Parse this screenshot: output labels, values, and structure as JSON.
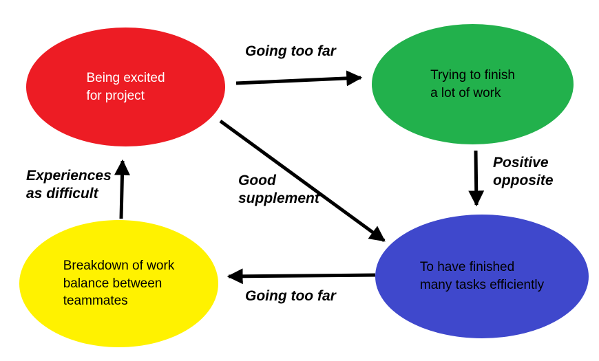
{
  "diagram": {
    "nodes": [
      {
        "id": "excited",
        "label": "Being excited\nfor project",
        "color": "#ed1c24",
        "text_color": "#ffffff"
      },
      {
        "id": "trying",
        "label": "Trying to finish\na lot of work",
        "color": "#22b14c",
        "text_color": "#000000"
      },
      {
        "id": "finished",
        "label": "To have finished\nmany tasks efficiently",
        "color": "#3f48cc",
        "text_color": "#000000"
      },
      {
        "id": "breakdown",
        "label": "Breakdown of work\nbalance between\nteammates",
        "color": "#fff200",
        "text_color": "#000000"
      }
    ],
    "edges": [
      {
        "from": "excited",
        "to": "trying",
        "label": "Going too far"
      },
      {
        "from": "trying",
        "to": "finished",
        "label": "Positive\nopposite"
      },
      {
        "from": "excited",
        "to": "finished",
        "label": "Good\nsupplement"
      },
      {
        "from": "finished",
        "to": "breakdown",
        "label": "Going too far"
      },
      {
        "from": "breakdown",
        "to": "excited",
        "label": "Experiences\nas difficult"
      }
    ],
    "arrow_color": "#000000",
    "background_color": "#ffffff"
  }
}
